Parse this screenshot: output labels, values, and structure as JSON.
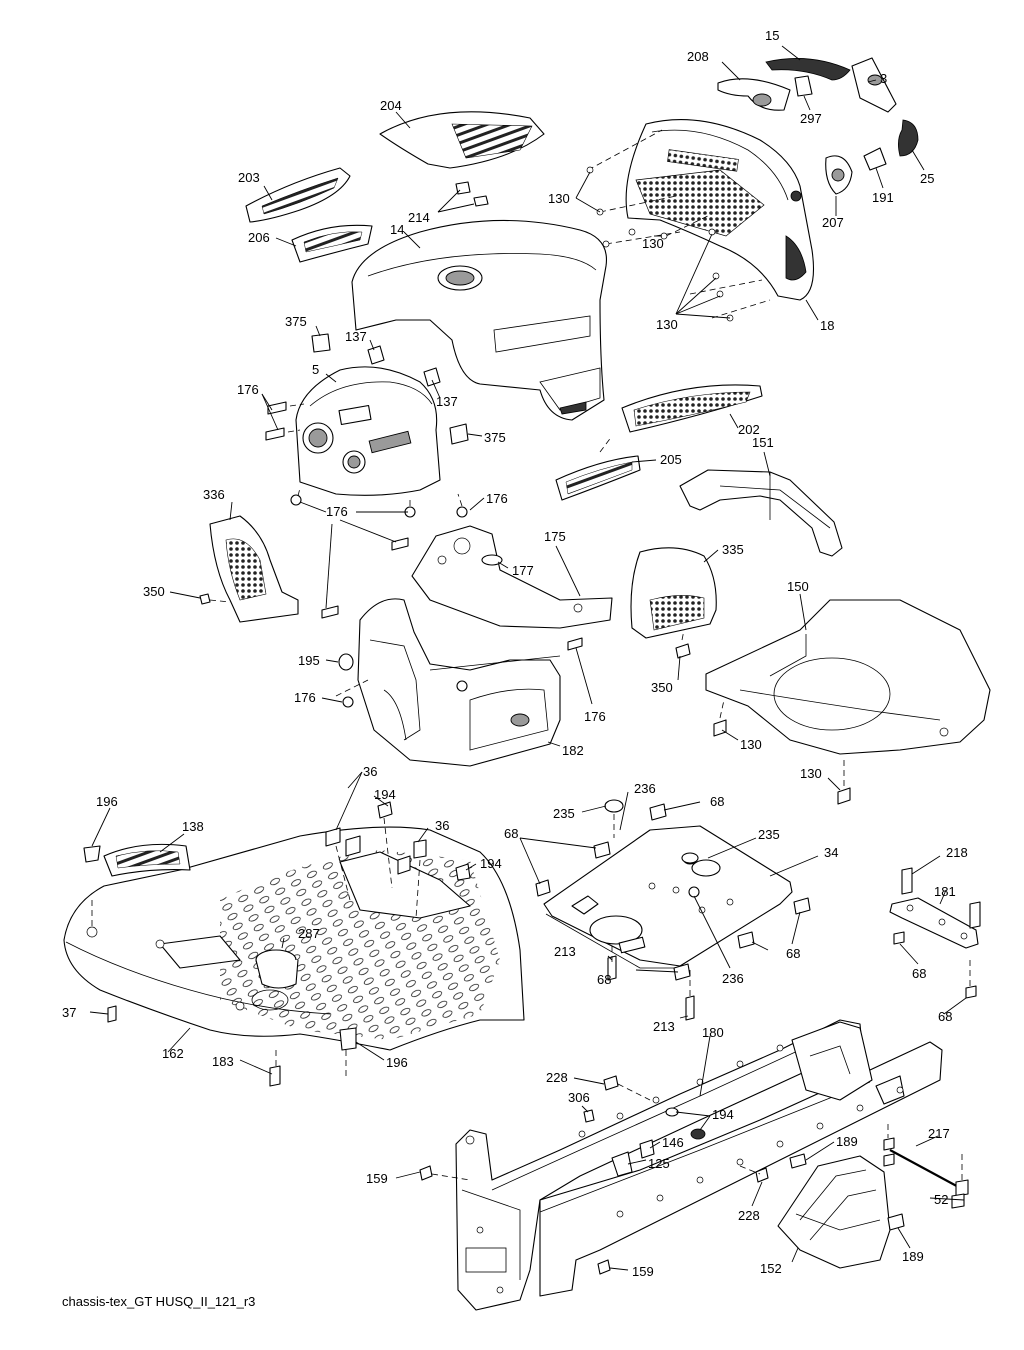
{
  "caption": "chassis-tex_GT HUSQ_II_121_r3",
  "callouts": [
    "15",
    "208",
    "3",
    "297",
    "25",
    "191",
    "207",
    "204",
    "203",
    "214",
    "206",
    "14",
    "130",
    "18",
    "375",
    "137",
    "5",
    "176",
    "202",
    "205",
    "151",
    "336",
    "175",
    "177",
    "335",
    "350",
    "150",
    "195",
    "182",
    "36",
    "194",
    "235",
    "236",
    "68",
    "34",
    "213",
    "218",
    "181",
    "196",
    "138",
    "287",
    "37",
    "162",
    "183",
    "180",
    "228",
    "306",
    "146",
    "125",
    "189",
    "217",
    "159",
    "52",
    "152"
  ]
}
